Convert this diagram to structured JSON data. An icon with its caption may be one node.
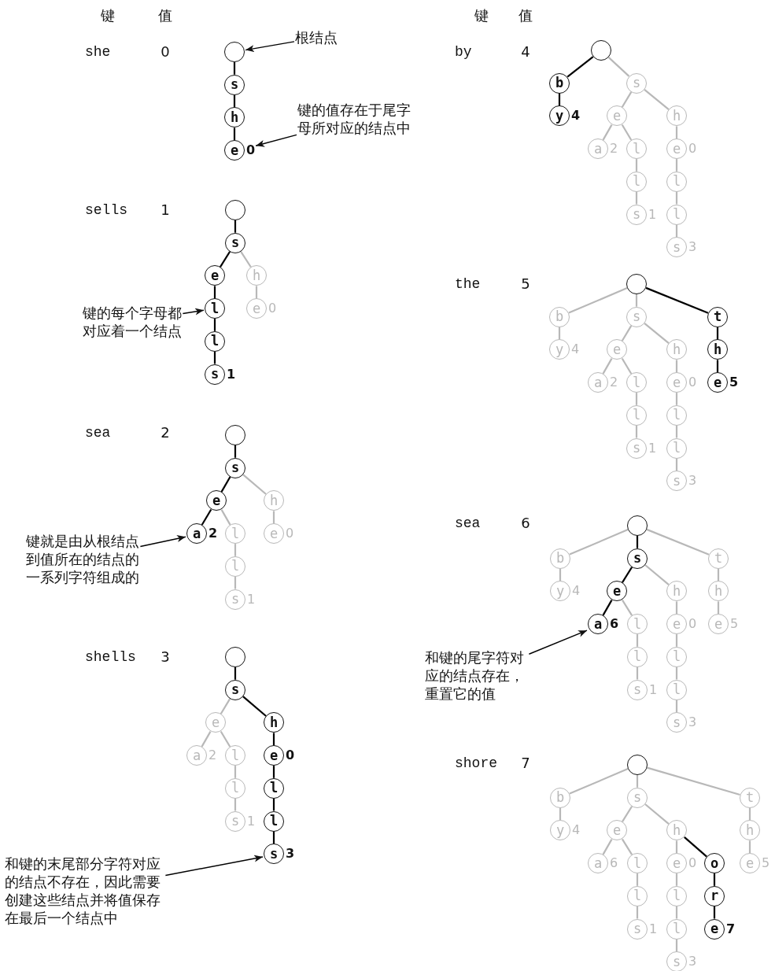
{
  "diagram": {
    "nodes": [
      {
        "text": [],
        "shape": "circle"
      },
      {
        "text": [
          "s"
        ]
      },
      {
        "text": [
          "h"
        ]
      },
      {
        "text": [
          "e"
        ],
        "beside": [
          "0"
        ]
      },
      {
        "text": [],
        "shape": "circle"
      },
      {
        "text": [
          "s"
        ]
      },
      {
        "text": [
          "e"
        ]
      },
      {
        "text": [
          "h"
        ]
      },
      {
        "text": [
          "l"
        ]
      },
      {
        "text": [
          "e"
        ],
        "beside": [
          "0"
        ]
      },
      {
        "text": [
          "l"
        ]
      },
      {
        "text": [
          "s"
        ],
        "beside": [
          "1"
        ]
      },
      {
        "text": [],
        "shape": "circle"
      },
      {
        "text": [
          "s"
        ]
      },
      {
        "text": [
          "e"
        ]
      },
      {
        "text": [
          "h"
        ]
      },
      {
        "text": [
          "a"
        ],
        "beside": [
          "2"
        ]
      },
      {
        "text": [
          "l"
        ]
      },
      {
        "text": [
          "e"
        ],
        "beside": [
          "0"
        ]
      },
      {
        "text": [
          "l"
        ]
      },
      {
        "text": [
          "s"
        ],
        "beside": [
          "1"
        ]
      },
      {
        "text": [],
        "shape": "circle"
      },
      {
        "text": [
          "s"
        ]
      },
      {
        "text": [
          "e"
        ]
      },
      {
        "text": [
          "h"
        ]
      },
      {
        "text": [
          "a"
        ],
        "beside": [
          "2"
        ]
      },
      {
        "text": [
          "l"
        ]
      },
      {
        "text": [
          "e"
        ],
        "beside": [
          "0"
        ]
      },
      {
        "text": [
          "l"
        ]
      },
      {
        "text": [
          "l"
        ]
      },
      {
        "text": [
          "s"
        ],
        "beside": [
          "1"
        ]
      },
      {
        "text": [
          "l"
        ]
      },
      {
        "text": [
          "s"
        ],
        "beside": [
          "3"
        ]
      },
      {
        "text": [],
        "shape": "circle"
      },
      {
        "text": [
          "b"
        ]
      },
      {
        "text": [
          "s"
        ]
      },
      {
        "text": [
          "y"
        ],
        "beside": [
          "4"
        ]
      },
      {
        "text": [
          "e"
        ]
      },
      {
        "text": [
          "h"
        ]
      },
      {
        "text": [
          "a"
        ],
        "beside": [
          "2"
        ]
      },
      {
        "text": [
          "l"
        ]
      },
      {
        "text": [
          "e"
        ],
        "beside": [
          "0"
        ]
      },
      {
        "text": [
          "l"
        ]
      },
      {
        "text": [
          "l"
        ]
      },
      {
        "text": [
          "s"
        ],
        "beside": [
          "1"
        ]
      },
      {
        "text": [
          "l"
        ]
      },
      {
        "text": [
          "s"
        ],
        "beside": [
          "3"
        ]
      },
      {
        "text": [],
        "shape": "circle"
      },
      {
        "text": [
          "b"
        ]
      },
      {
        "text": [
          "s"
        ]
      },
      {
        "text": [
          "t"
        ]
      },
      {
        "text": [
          "y"
        ],
        "beside": [
          "4"
        ]
      },
      {
        "text": [
          "e"
        ]
      },
      {
        "text": [
          "h"
        ]
      },
      {
        "text": [
          "h"
        ]
      },
      {
        "text": [
          "a"
        ],
        "beside": [
          "2"
        ]
      },
      {
        "text": [
          "l"
        ]
      },
      {
        "text": [
          "e"
        ],
        "beside": [
          "0"
        ]
      },
      {
        "text": [
          "e"
        ],
        "beside": [
          "5"
        ]
      },
      {
        "text": [
          "l"
        ]
      },
      {
        "text": [
          "l"
        ]
      },
      {
        "text": [
          "s"
        ],
        "beside": [
          "1"
        ]
      },
      {
        "text": [
          "l"
        ]
      },
      {
        "text": [
          "s"
        ],
        "beside": [
          "3"
        ]
      },
      {
        "text": [],
        "shape": "circle"
      },
      {
        "text": [
          "b"
        ]
      },
      {
        "text": [
          "s"
        ]
      },
      {
        "text": [
          "t"
        ]
      },
      {
        "text": [
          "y"
        ],
        "beside": [
          "4"
        ]
      },
      {
        "text": [
          "e"
        ]
      },
      {
        "text": [
          "h"
        ]
      },
      {
        "text": [
          "h"
        ]
      },
      {
        "text": [
          "a"
        ],
        "beside": [
          "6"
        ]
      },
      {
        "text": [
          "l"
        ]
      },
      {
        "text": [
          "e"
        ],
        "beside": [
          "0"
        ]
      },
      {
        "text": [
          "e"
        ],
        "beside": [
          "5"
        ]
      },
      {
        "text": [
          "l"
        ]
      },
      {
        "text": [
          "l"
        ]
      },
      {
        "text": [
          "s"
        ],
        "beside": [
          "1"
        ]
      },
      {
        "text": [
          "l"
        ]
      },
      {
        "text": [
          "s"
        ],
        "beside": [
          "3"
        ]
      },
      {
        "text": [],
        "shape": "circle"
      },
      {
        "text": [
          "b"
        ]
      },
      {
        "text": [
          "s"
        ]
      },
      {
        "text": [
          "t"
        ]
      },
      {
        "text": [
          "y"
        ],
        "beside": [
          "4"
        ]
      },
      {
        "text": [
          "e"
        ]
      },
      {
        "text": [
          "h"
        ]
      },
      {
        "text": [
          "h"
        ]
      },
      {
        "text": [
          "a"
        ],
        "beside": [
          "6"
        ]
      },
      {
        "text": [
          "l"
        ]
      },
      {
        "text": [
          "e"
        ],
        "beside": [
          "0"
        ]
      },
      {
        "text": [
          "o"
        ]
      },
      {
        "text": [
          "e"
        ],
        "beside": [
          "5"
        ]
      },
      {
        "text": [
          "l"
        ]
      },
      {
        "text": [
          "l"
        ]
      },
      {
        "text": [
          "r"
        ]
      },
      {
        "text": [
          "s"
        ],
        "beside": [
          "1"
        ]
      },
      {
        "text": [
          "l"
        ]
      },
      {
        "text": [
          "e"
        ],
        "beside": [
          "7"
        ]
      },
      {
        "text": [
          "s"
        ],
        "beside": [
          "3"
        ]
      },
      {
        "text": [
          "根结点"
        ]
      },
      {
        "text": [
          "键的值存在于尾字母所对应的结点中"
        ]
      },
      {
        "text": [
          "键的每个字母都对应着一个结点"
        ]
      },
      {
        "text": [
          "键就是由从根结点到值所在的结点的一系列字符组成的"
        ]
      },
      {
        "text": [
          "和键的末尾部分字符对应的结点不存在，因此需要创建这些结点并将值保存在最后一个结点中"
        ]
      },
      {
        "text": [
          "和键的尾字符对应的结点存在，重置它的值"
        ]
      }
    ],
    "edges": [
      {
        "from": 0,
        "to": 1,
        "arrow": "none",
        "color": "#000000"
      },
      {
        "from": 1,
        "to": 2,
        "arrow": "none",
        "color": "#000000"
      },
      {
        "from": 2,
        "to": 3,
        "arrow": "none",
        "color": "#000000"
      },
      {
        "from": 4,
        "to": 5,
        "arrow": "none",
        "color": "#000000"
      },
      {
        "from": 5,
        "to": 6,
        "arrow": "none",
        "color": "#000000"
      },
      {
        "from": 5,
        "to": 7,
        "arrow": "none"
      },
      {
        "from": 6,
        "to": 8,
        "arrow": "none",
        "color": "#000000"
      },
      {
        "from": 7,
        "to": 9,
        "arrow": "none"
      },
      {
        "from": 8,
        "to": 10,
        "arrow": "none",
        "color": "#000000"
      },
      {
        "from": 10,
        "to": 11,
        "arrow": "none",
        "color": "#000000"
      },
      {
        "from": 12,
        "to": 13,
        "arrow": "none",
        "color": "#000000"
      },
      {
        "from": 13,
        "to": 14,
        "arrow": "none",
        "color": "#000000"
      },
      {
        "from": 13,
        "to": 15,
        "arrow": "none"
      },
      {
        "from": 14,
        "to": 16,
        "arrow": "none",
        "color": "#000000"
      },
      {
        "from": 14,
        "to": 17,
        "arrow": "none"
      },
      {
        "from": 15,
        "to": 18,
        "arrow": "none"
      },
      {
        "from": 17,
        "to": 19,
        "arrow": "none"
      },
      {
        "from": 19,
        "to": 20,
        "arrow": "none"
      },
      {
        "from": 21,
        "to": 22,
        "arrow": "none",
        "color": "#000000"
      },
      {
        "from": 22,
        "to": 23,
        "arrow": "none"
      },
      {
        "from": 22,
        "to": 24,
        "arrow": "none",
        "color": "#000000"
      },
      {
        "from": 23,
        "to": 25,
        "arrow": "none"
      },
      {
        "from": 23,
        "to": 26,
        "arrow": "none"
      },
      {
        "from": 24,
        "to": 27,
        "arrow": "none",
        "color": "#000000"
      },
      {
        "from": 26,
        "to": 28,
        "arrow": "none"
      },
      {
        "from": 27,
        "to": 29,
        "arrow": "none",
        "color": "#000000"
      },
      {
        "from": 28,
        "to": 30,
        "arrow": "none"
      },
      {
        "from": 29,
        "to": 31,
        "arrow": "none",
        "color": "#000000"
      },
      {
        "from": 31,
        "to": 32,
        "arrow": "none",
        "color": "#000000"
      },
      {
        "from": 33,
        "to": 34,
        "arrow": "none",
        "color": "#000000"
      },
      {
        "from": 33,
        "to": 35,
        "arrow": "none"
      },
      {
        "from": 34,
        "to": 36,
        "arrow": "none",
        "color": "#000000"
      },
      {
        "from": 35,
        "to": 37,
        "arrow": "none"
      },
      {
        "from": 35,
        "to": 38,
        "arrow": "none"
      },
      {
        "from": 37,
        "to": 39,
        "arrow": "none"
      },
      {
        "from": 37,
        "to": 40,
        "arrow": "none"
      },
      {
        "from": 38,
        "to": 41,
        "arrow": "none"
      },
      {
        "from": 40,
        "to": 42,
        "arrow": "none"
      },
      {
        "from": 41,
        "to": 43,
        "arrow": "none"
      },
      {
        "from": 42,
        "to": 44,
        "arrow": "none"
      },
      {
        "from": 43,
        "to": 45,
        "arrow": "none"
      },
      {
        "from": 45,
        "to": 46,
        "arrow": "none"
      },
      {
        "from": 47,
        "to": 48,
        "arrow": "none"
      },
      {
        "from": 47,
        "to": 49,
        "arrow": "none"
      },
      {
        "from": 47,
        "to": 50,
        "arrow": "none",
        "color": "#000000"
      },
      {
        "from": 48,
        "to": 51,
        "arrow": "none"
      },
      {
        "from": 49,
        "to": 52,
        "arrow": "none"
      },
      {
        "from": 49,
        "to": 53,
        "arrow": "none"
      },
      {
        "from": 50,
        "to": 54,
        "arrow": "none",
        "color": "#000000"
      },
      {
        "from": 52,
        "to": 55,
        "arrow": "none"
      },
      {
        "from": 52,
        "to": 56,
        "arrow": "none"
      },
      {
        "from": 53,
        "to": 57,
        "arrow": "none"
      },
      {
        "from": 54,
        "to": 58,
        "arrow": "none",
        "color": "#000000"
      },
      {
        "from": 56,
        "to": 59,
        "arrow": "none"
      },
      {
        "from": 57,
        "to": 60,
        "arrow": "none"
      },
      {
        "from": 59,
        "to": 61,
        "arrow": "none"
      },
      {
        "from": 60,
        "to": 62,
        "arrow": "none"
      },
      {
        "from": 62,
        "to": 63,
        "arrow": "none"
      },
      {
        "from": 64,
        "to": 65,
        "arrow": "none"
      },
      {
        "from": 64,
        "to": 66,
        "arrow": "none",
        "color": "#000000"
      },
      {
        "from": 64,
        "to": 67,
        "arrow": "none"
      },
      {
        "from": 65,
        "to": 68,
        "arrow": "none"
      },
      {
        "from": 66,
        "to": 69,
        "arrow": "none",
        "color": "#000000"
      },
      {
        "from": 66,
        "to": 70,
        "arrow": "none"
      },
      {
        "from": 67,
        "to": 71,
        "arrow": "none"
      },
      {
        "from": 69,
        "to": 72,
        "arrow": "none",
        "color": "#000000"
      },
      {
        "from": 69,
        "to": 73,
        "arrow": "none"
      },
      {
        "from": 70,
        "to": 74,
        "arrow": "none"
      },
      {
        "from": 71,
        "to": 75,
        "arrow": "none"
      },
      {
        "from": 73,
        "to": 76,
        "arrow": "none"
      },
      {
        "from": 74,
        "to": 77,
        "arrow": "none"
      },
      {
        "from": 76,
        "to": 78,
        "arrow": "none"
      },
      {
        "from": 77,
        "to": 79,
        "arrow": "none"
      },
      {
        "from": 79,
        "to": 80,
        "arrow": "none"
      },
      {
        "from": 81,
        "to": 82,
        "arrow": "none"
      },
      {
        "from": 81,
        "to": 83,
        "arrow": "none"
      },
      {
        "from": 81,
        "to": 84,
        "arrow": "none"
      },
      {
        "from": 82,
        "to": 85,
        "arrow": "none"
      },
      {
        "from": 83,
        "to": 86,
        "arrow": "none"
      },
      {
        "from": 83,
        "to": 87,
        "arrow": "none"
      },
      {
        "from": 84,
        "to": 88,
        "arrow": "none"
      },
      {
        "from": 86,
        "to": 89,
        "arrow": "none"
      },
      {
        "from": 86,
        "to": 90,
        "arrow": "none"
      },
      {
        "from": 87,
        "to": 91,
        "arrow": "none"
      },
      {
        "from": 87,
        "to": 92,
        "arrow": "none",
        "color": "#000000"
      },
      {
        "from": 88,
        "to": 93,
        "arrow": "none"
      },
      {
        "from": 90,
        "to": 94,
        "arrow": "none"
      },
      {
        "from": 91,
        "to": 95,
        "arrow": "none"
      },
      {
        "from": 92,
        "to": 96,
        "arrow": "none",
        "color": "#000000"
      },
      {
        "from": 94,
        "to": 97,
        "arrow": "none"
      },
      {
        "from": 95,
        "to": 98,
        "arrow": "none"
      },
      {
        "from": 96,
        "to": 99,
        "arrow": "none",
        "color": "#000000"
      },
      {
        "from": 98,
        "to": 100,
        "arrow": "none"
      },
      {
        "from": 101,
        "to": 0,
        "arrow": "to",
        "color": "#000000"
      },
      {
        "from": 102,
        "to": 3,
        "arrow": "to",
        "color": "#000000"
      },
      {
        "from": 103,
        "to": 8,
        "arrow": "to",
        "color": "#000000"
      },
      {
        "from": 104,
        "to": 16,
        "arrow": "to",
        "color": "#000000"
      },
      {
        "from": 105,
        "to": 32,
        "arrow": "to",
        "color": "#000000"
      },
      {
        "from": 106,
        "to": 72,
        "arrow": "to",
        "color": "#000000"
      }
    ],
    "labels": [
      "键",
      "值",
      "she",
      "0",
      "sells",
      "1",
      "sea",
      "2",
      "shells",
      "3",
      "键",
      "值",
      "by",
      "4",
      "the",
      "5",
      "sea",
      "6",
      "shore",
      "7"
    ]
  }
}
